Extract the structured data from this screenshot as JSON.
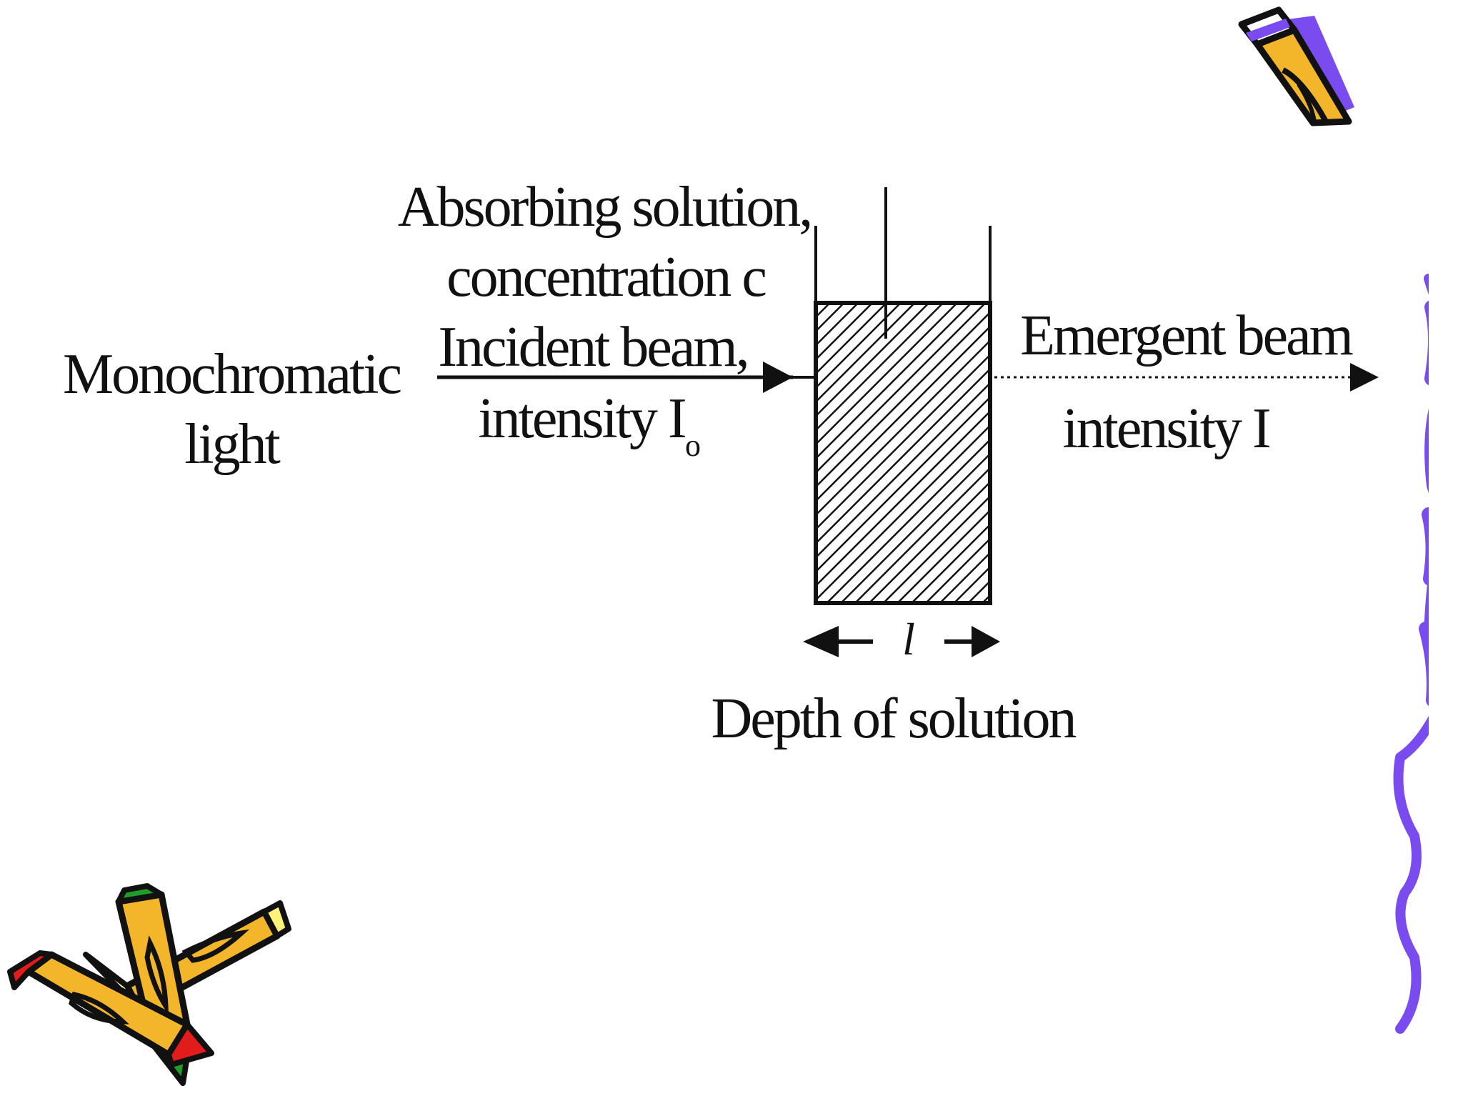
{
  "diagram": {
    "labels": {
      "source_line1": "Monochromatic",
      "source_line2": "light",
      "solution_line1": "Absorbing solution,",
      "solution_line2": "concentration c",
      "incident_line1": "Incident beam,",
      "incident_line2": "intensity I",
      "incident_subscript": "o",
      "emergent_line1": "Emergent beam",
      "emergent_line2": "intensity I",
      "path_symbol": "l",
      "depth_label": "Depth of solution"
    },
    "colors": {
      "ink": "#111111",
      "accent_purple": "#7a4cf0",
      "pencil_yellow": "#f3b52a",
      "pencil_red": "#e21b1b",
      "pencil_green": "#1f9d2b"
    },
    "icons": [
      "pencil-icon",
      "crossed-pencils-icon",
      "wavy-border"
    ]
  }
}
